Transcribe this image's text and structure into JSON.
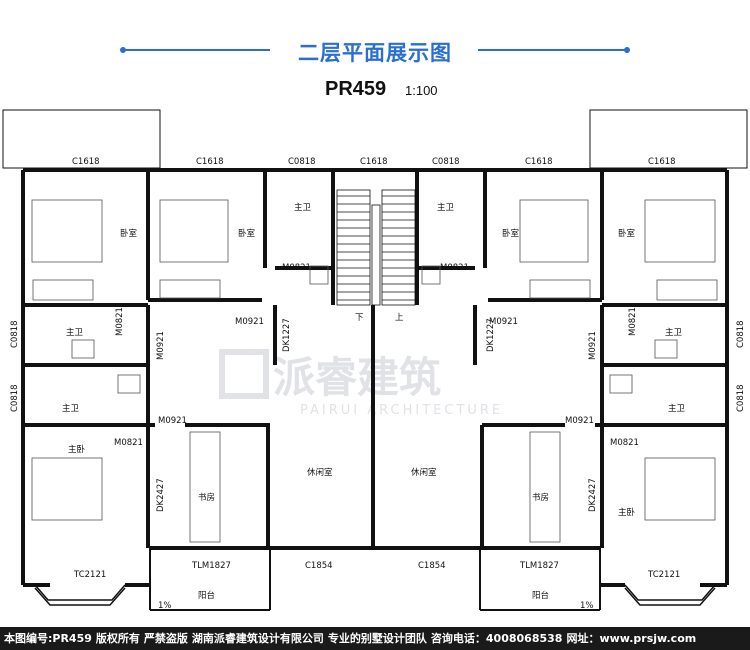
{
  "title": "二层平面展示图",
  "plan_code": "PR459",
  "scale": "1:100",
  "watermark": {
    "main": "派睿建筑",
    "sub": "PAIRUI ARCHITECTURE"
  },
  "colors": {
    "accent": "#2a6fd0",
    "wall": "#111111",
    "footer_bg": "#1a1a1a",
    "watermark": "#c8ccd2"
  },
  "rooms": {
    "bedroom_1": "卧室",
    "bedroom_2": "卧室",
    "bedroom_3": "卧室",
    "bedroom_4": "卧室",
    "bath_top_left": "主卫",
    "bath_top_right": "主卫",
    "bath_left_1": "主卫",
    "bath_left_2": "主卫",
    "bath_right_1": "主卫",
    "bath_right_2": "主卫",
    "master_left": "主卧",
    "master_right": "主卧",
    "study_left": "书房",
    "study_right": "书房",
    "lounge_left": "休闲室",
    "lounge_right": "休闲室",
    "balcony_left": "阳台",
    "balcony_right": "阳台"
  },
  "stair": {
    "down": "下",
    "up": "上"
  },
  "labels": {
    "c1618_1": "C1618",
    "c1618_2": "C1618",
    "c0818_1": "C0818",
    "c1618_3": "C1618",
    "c0818_2": "C0818",
    "c1618_4": "C1618",
    "c1618_5": "C1618",
    "c0818_l1": "C0818",
    "c0818_l2": "C0818",
    "c0818_r1": "C0818",
    "c0818_r2": "C0818",
    "m0821_1": "M0821",
    "m0821_2": "M0821",
    "m0821_3": "M0821",
    "m0821_4": "M0821",
    "m0821_5": "M0821",
    "m0821_6": "M0821",
    "m0921_1": "M0921",
    "m0921_2": "M0921",
    "m0921_3": "M0921",
    "m0921_4": "M0921",
    "m0921_5": "M0921",
    "m0921_6": "M0921",
    "dk1227_l": "DK1227",
    "dk1227_r": "DK1227",
    "dk2427_l": "DK2427",
    "dk2427_r": "DK2427",
    "tc2121_l": "TC2121",
    "tc2121_r": "TC2121",
    "tlm1827_l": "TLM1827",
    "tlm1827_r": "TLM1827",
    "c1854_l": "C1854",
    "c1854_r": "C1854",
    "slope_l": "1%",
    "slope_r": "1%"
  },
  "footer": [
    "本图编号:PR459",
    "版权所有",
    "严禁盗版",
    "湖南派睿建筑设计有限公司",
    "专业的别墅设计团队",
    "咨询电话：4008068538",
    "网址：www.prsjw.com"
  ]
}
